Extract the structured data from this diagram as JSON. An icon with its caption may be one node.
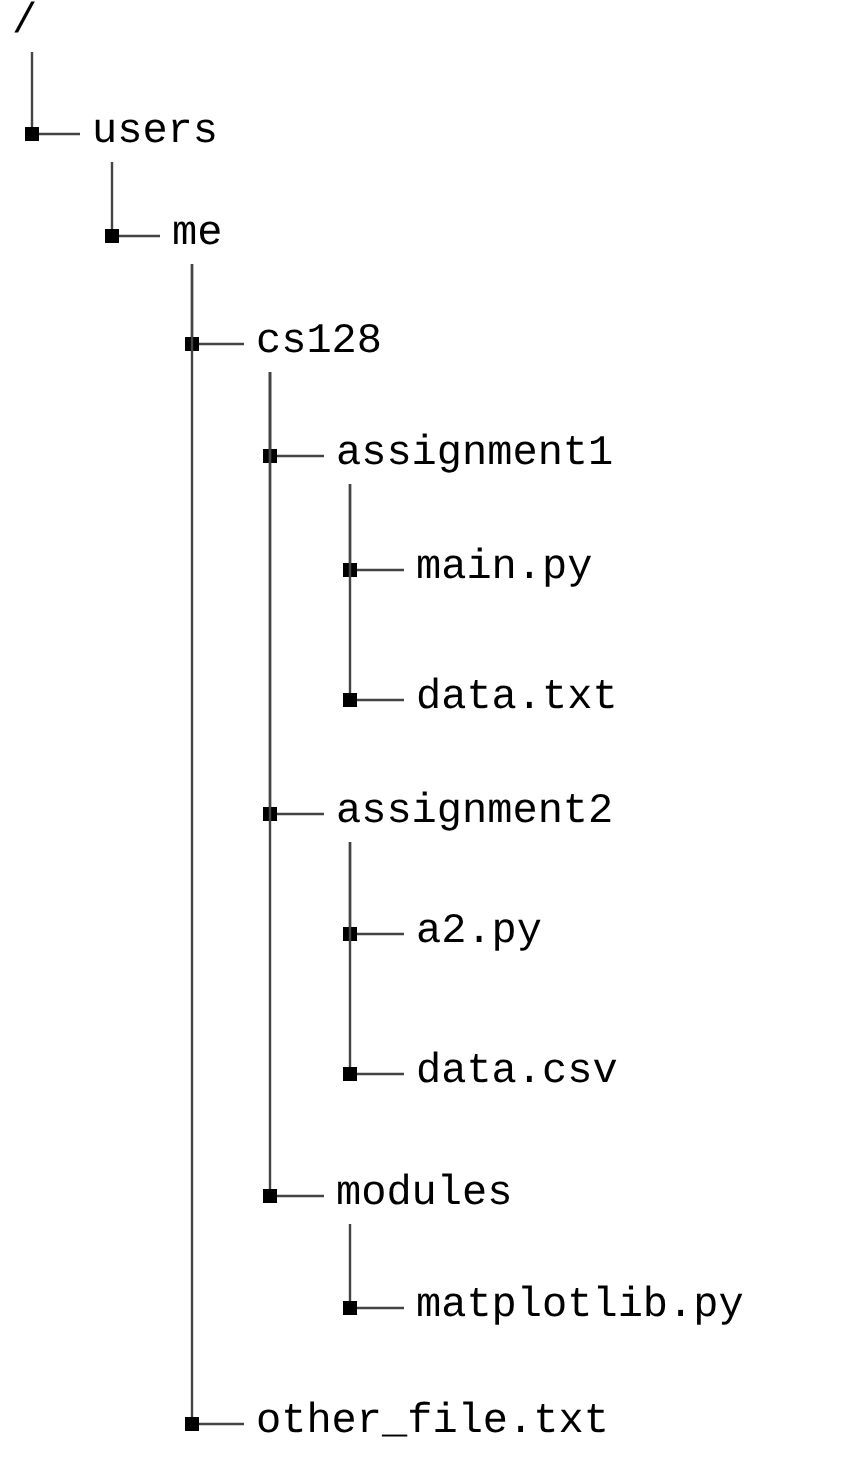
{
  "diagram": {
    "nodes": [
      {
        "text": [
          "/"
        ]
      },
      {
        "text": [
          "users"
        ]
      },
      {
        "text": [
          "me"
        ]
      },
      {
        "text": [
          "cs128"
        ]
      },
      {
        "text": [
          "assignment1"
        ]
      },
      {
        "text": [
          "main.py"
        ]
      },
      {
        "text": [
          "data.txt"
        ]
      },
      {
        "text": [
          "assignment2"
        ]
      },
      {
        "text": [
          "a2.py"
        ]
      },
      {
        "text": [
          "data.csv"
        ]
      },
      {
        "text": [
          "modules"
        ]
      },
      {
        "text": [
          "matplotlib.py"
        ]
      },
      {
        "text": [
          "other_file.txt"
        ]
      }
    ],
    "edges": [
      {
        "from": 0,
        "to": 1,
        "arrow": "none"
      },
      {
        "from": 1,
        "to": 2,
        "arrow": "none"
      },
      {
        "from": 2,
        "to": 3,
        "arrow": "none"
      },
      {
        "from": 3,
        "to": 4,
        "arrow": "none"
      },
      {
        "from": 4,
        "to": 5,
        "arrow": "none"
      },
      {
        "from": 4,
        "to": 6,
        "arrow": "none"
      },
      {
        "from": 3,
        "to": 7,
        "arrow": "none"
      },
      {
        "from": 7,
        "to": 8,
        "arrow": "none"
      },
      {
        "from": 7,
        "to": 9,
        "arrow": "none"
      },
      {
        "from": 3,
        "to": 10,
        "arrow": "none"
      },
      {
        "from": 10,
        "to": 11,
        "arrow": "none"
      },
      {
        "from": 2,
        "to": 12,
        "arrow": "none"
      }
    ]
  }
}
